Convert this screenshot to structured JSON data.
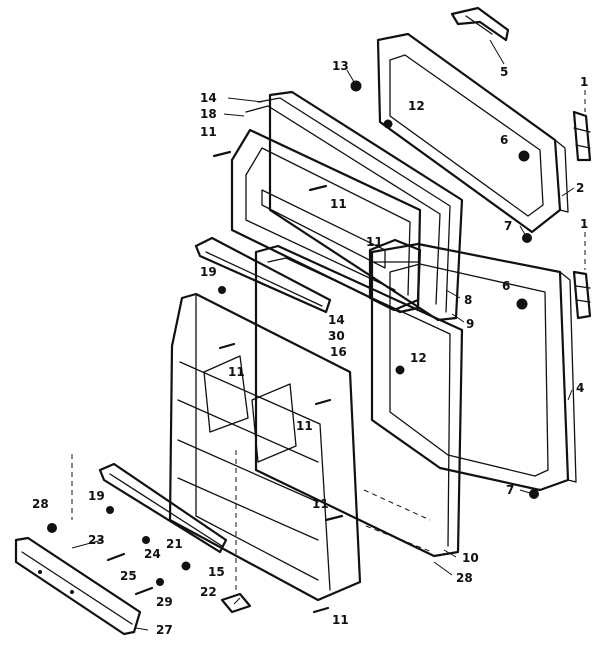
{
  "callouts": [
    {
      "id": "c5",
      "text": "5"
    },
    {
      "id": "c13",
      "text": "13"
    },
    {
      "id": "c12a",
      "text": "12"
    },
    {
      "id": "c14a",
      "text": "14"
    },
    {
      "id": "c18",
      "text": "18"
    },
    {
      "id": "c11a",
      "text": "11"
    },
    {
      "id": "c1a",
      "text": "1"
    },
    {
      "id": "c6a",
      "text": "6"
    },
    {
      "id": "c2",
      "text": "2"
    },
    {
      "id": "c11b",
      "text": "11"
    },
    {
      "id": "c7a",
      "text": "7"
    },
    {
      "id": "c1b",
      "text": "1"
    },
    {
      "id": "c19a",
      "text": "19"
    },
    {
      "id": "c11c",
      "text": "11"
    },
    {
      "id": "c8",
      "text": "8"
    },
    {
      "id": "c6b",
      "text": "6"
    },
    {
      "id": "c9",
      "text": "9"
    },
    {
      "id": "c14b",
      "text": "14"
    },
    {
      "id": "c30",
      "text": "30"
    },
    {
      "id": "c16",
      "text": "16"
    },
    {
      "id": "c12b",
      "text": "12"
    },
    {
      "id": "c11d",
      "text": "11"
    },
    {
      "id": "c4",
      "text": "4"
    },
    {
      "id": "c11e",
      "text": "11"
    },
    {
      "id": "c7b",
      "text": "7"
    },
    {
      "id": "c19b",
      "text": "19"
    },
    {
      "id": "c11f",
      "text": "11"
    },
    {
      "id": "c28a",
      "text": "28"
    },
    {
      "id": "c23",
      "text": "23"
    },
    {
      "id": "c21",
      "text": "21"
    },
    {
      "id": "c24",
      "text": "24"
    },
    {
      "id": "c10",
      "text": "10"
    },
    {
      "id": "c25",
      "text": "25"
    },
    {
      "id": "c15",
      "text": "15"
    },
    {
      "id": "c28b",
      "text": "28"
    },
    {
      "id": "c29",
      "text": "29"
    },
    {
      "id": "c22",
      "text": "22"
    },
    {
      "id": "c27",
      "text": "27"
    },
    {
      "id": "c11g",
      "text": "11"
    }
  ]
}
